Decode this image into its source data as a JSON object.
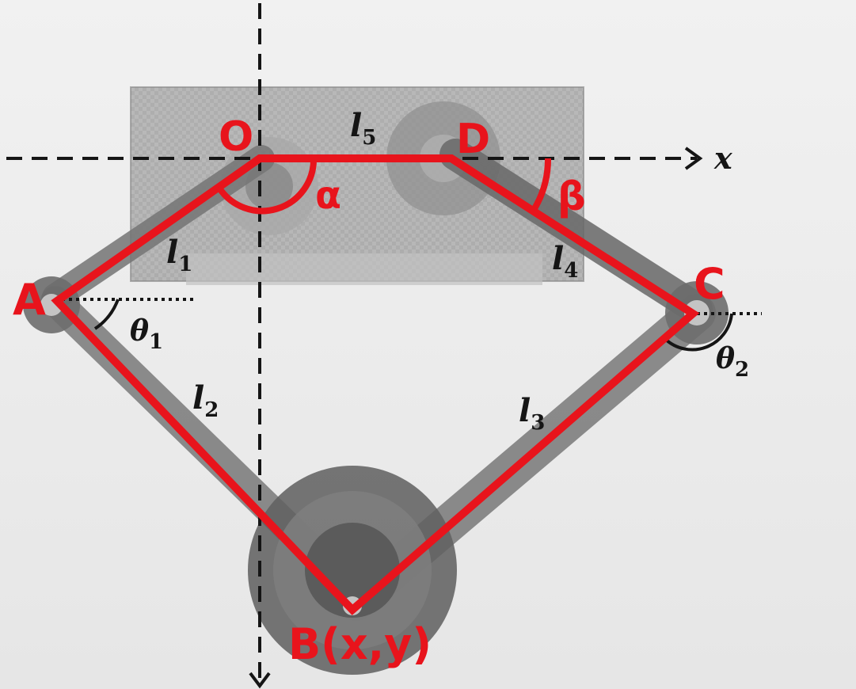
{
  "diagram": {
    "points": {
      "O": "O",
      "D": "D",
      "A": "A",
      "C": "C",
      "B": "B(x,y)"
    },
    "angles": {
      "alpha": "α",
      "beta": "β",
      "theta1": "θ",
      "theta1_sub": "1",
      "theta2": "θ",
      "theta2_sub": "2"
    },
    "links": {
      "l1": "l",
      "l1_sub": "1",
      "l2": "l",
      "l2_sub": "2",
      "l3": "l",
      "l3_sub": "3",
      "l4": "l",
      "l4_sub": "4",
      "l5": "l",
      "l5_sub": "5"
    },
    "axis": {
      "x_label": "x"
    },
    "colors": {
      "linkage": "#e8141c",
      "axes": "#151515",
      "background": "#e9e9e9",
      "carbon_plate": "#8f8f8f",
      "arms": "#5e5e5e"
    }
  }
}
